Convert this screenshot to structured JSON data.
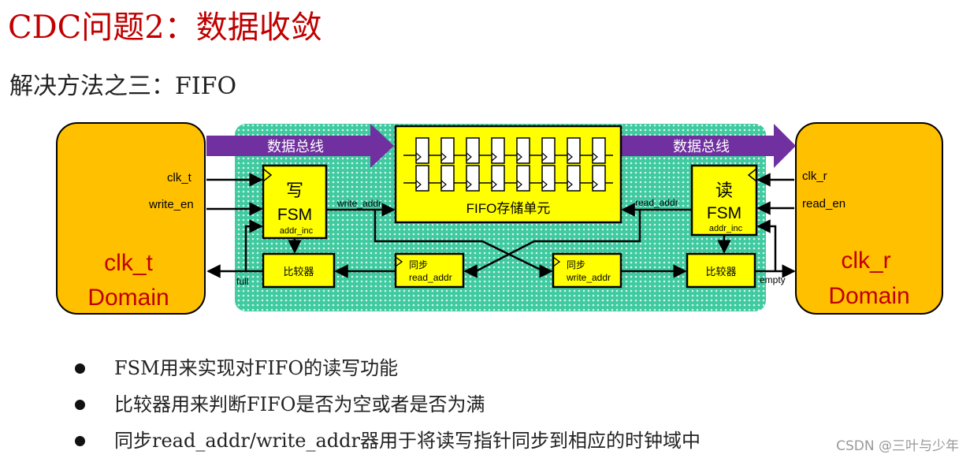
{
  "title": "CDC问题2：数据收敛",
  "subtitle": "解决方法之三：FIFO",
  "colors": {
    "domain_fill": "#ffc000",
    "domain_text": "#c00000",
    "arrow": "#7030a0",
    "box_fill": "#ffff00",
    "area_fill": "#3fcaa0"
  },
  "diagram": {
    "left_domain": {
      "line1": "clk_t",
      "line2": "Domain"
    },
    "right_domain": {
      "line1": "clk_r",
      "line2": "Domain"
    },
    "bus_left": "数据总线",
    "bus_right": "数据总线",
    "fifo_label": "FIFO存储单元",
    "write_fsm": {
      "char": "写",
      "fsm": "FSM",
      "sub": "addr_inc"
    },
    "read_fsm": {
      "char": "读",
      "fsm": "FSM",
      "sub": "addr_inc"
    },
    "comparator_left": "比较器",
    "comparator_right": "比较器",
    "sync_read": {
      "line1": "同步",
      "line2": "read_addr"
    },
    "sync_write": {
      "line1": "同步",
      "line2": "write_addr"
    },
    "signals": {
      "clk_t": "clk_t",
      "write_en": "write_en",
      "full": "full",
      "clk_r": "clk_r",
      "read_en": "read_en",
      "empty": "empty",
      "write_addr": "write_addr",
      "read_addr": "read_addr"
    }
  },
  "bullets": [
    "FSM用来实现对FIFO的读写功能",
    "比较器用来判断FIFO是否为空或者是否为满",
    "同步read_addr/write_addr器用于将读写指针同步到相应的时钟域中"
  ],
  "watermark": "CSDN @三叶与少年"
}
